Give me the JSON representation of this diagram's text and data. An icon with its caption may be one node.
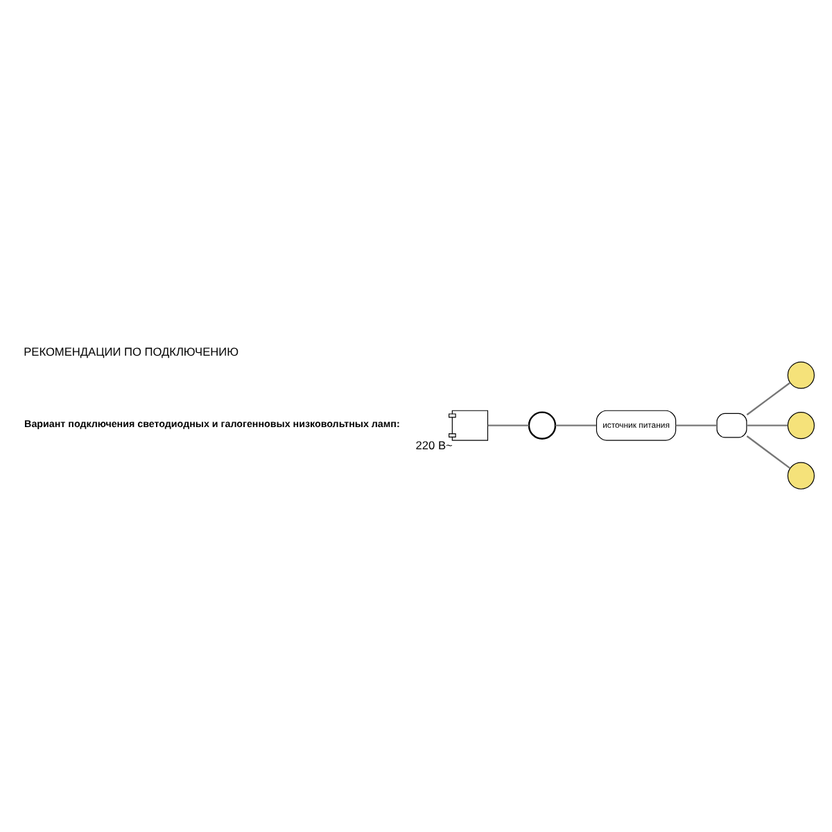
{
  "diagram": {
    "title": "РЕКОМЕНДАЦИИ ПО ПОДКЛЮЧЕНИЮ",
    "nodes": [
      {
        "text": [],
        "shape": "picture",
        "beside": [
          "220 В~"
        ]
      },
      {
        "text": [],
        "shape": "circle"
      },
      {
        "text": [
          "источник питания"
        ]
      },
      {
        "text": [],
        "shape": "box"
      },
      {
        "text": [],
        "shape": "circle"
      },
      {
        "text": [],
        "shape": "circle"
      },
      {
        "text": [],
        "shape": "circle"
      }
    ],
    "edges": [
      {
        "from": 0,
        "to": 1,
        "arrow": "none"
      },
      {
        "from": 1,
        "to": 2,
        "arrow": "none"
      },
      {
        "from": 2,
        "to": 3,
        "arrow": "none"
      },
      {
        "from": 3,
        "to": 4,
        "arrow": "none"
      },
      {
        "from": 3,
        "to": 5,
        "arrow": "none"
      },
      {
        "from": 3,
        "to": 6,
        "arrow": "none"
      }
    ],
    "labels": [
      "Вариант подключения светодиодных и галогенновых низковольтных ламп:"
    ]
  }
}
